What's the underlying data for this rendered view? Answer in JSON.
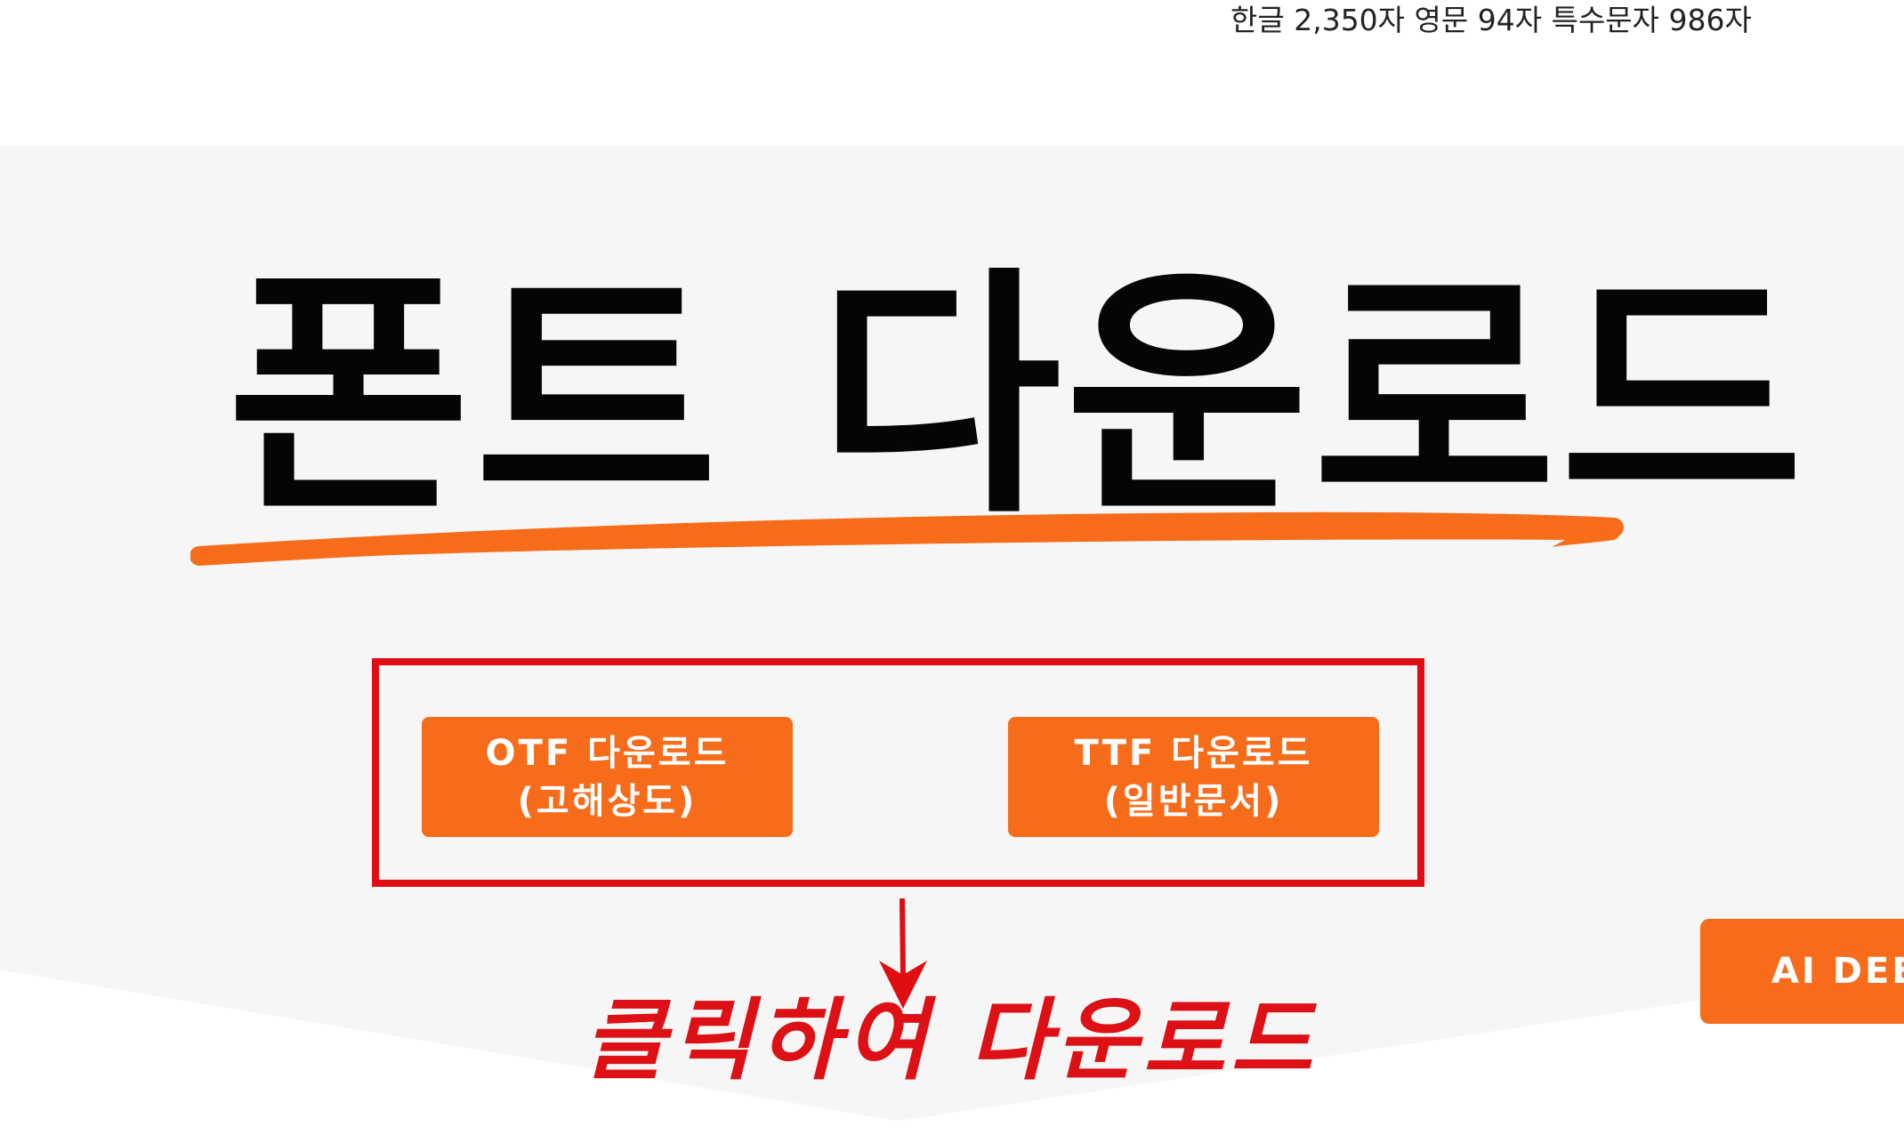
{
  "header": {
    "char_counts": "한글 2,350자 영문 94자 특수문자 986자"
  },
  "hero": {
    "title": "폰트 다운로드"
  },
  "downloads": {
    "otf": {
      "line1": "OTF 다운로드",
      "line2": "(고해상도)"
    },
    "ttf": {
      "line1": "TTF 다운로드",
      "line2": "(일반문서)"
    }
  },
  "annotation": {
    "hint": "클릭하여 다운로드"
  },
  "side": {
    "ai_button_label": "AI DEE"
  },
  "colors": {
    "accent_orange": "#f66c1a",
    "annotation_red": "#e00d12",
    "background_gray": "#f6f6f6",
    "title_black": "#050505"
  },
  "icons": {
    "annotation_arrow": "arrow-down-icon"
  }
}
